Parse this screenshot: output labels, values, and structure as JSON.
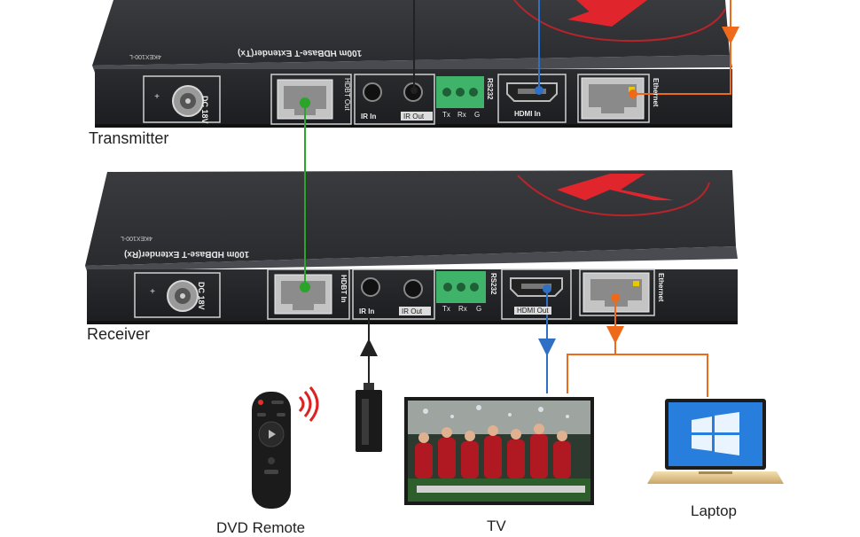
{
  "transmitter": {
    "model_text": "100m HDBase-T Extender(Tx)",
    "part_number": "4KEX100-L",
    "ports": {
      "dc": "DC 18V",
      "hdbt": "HDBT Out",
      "ir_in": "IR In",
      "ir_out": "IR Out",
      "rs232": "RS232",
      "tx": "Tx",
      "rx": "Rx",
      "g": "G",
      "hdmi": "HDMI In",
      "ethernet": "Ethernet"
    },
    "label": "Transmitter"
  },
  "receiver": {
    "model_text": "100m HDBase-T Extender(Rx)",
    "part_number": "4KEX100-L",
    "ports": {
      "dc": "DC 18V",
      "hdbt": "HDBT In",
      "ir_in": "IR In",
      "ir_out": "IR Out",
      "rs232": "RS232",
      "tx": "Tx",
      "rx": "Rx",
      "g": "G",
      "hdmi": "HDMI Out",
      "ethernet": "Ethernet"
    },
    "label": "Receiver"
  },
  "devices": {
    "remote_label": "DVD Remote",
    "tv_label": "TV",
    "laptop_label": "Laptop"
  },
  "colors": {
    "hdbt_cable": "#2aa52a",
    "hdmi_cable": "#2f6fc4",
    "ethernet_cable": "#ee6a1a",
    "ir_cable": "#222222",
    "logo_red": "#e0262c"
  }
}
